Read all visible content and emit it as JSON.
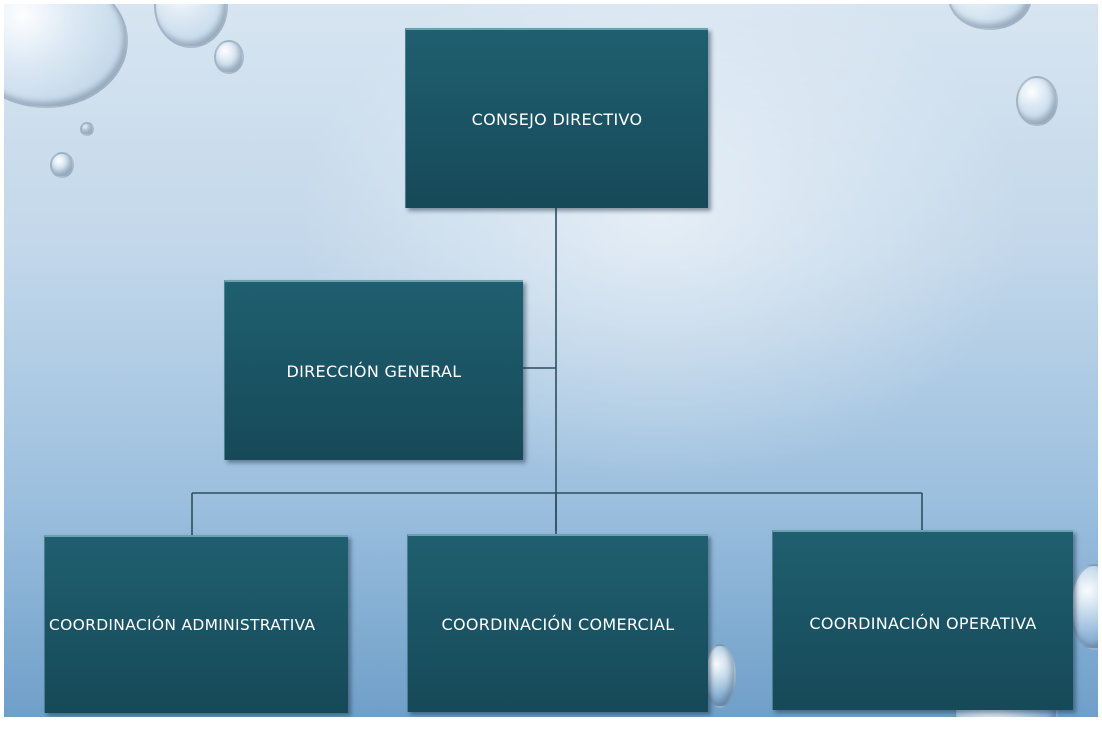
{
  "orgchart": {
    "root": "CONSEJO DIRECTIVO",
    "staff": "DIRECCIÓN GENERAL",
    "children": [
      "COORDINACIÓN ADMINISTRATIVA",
      "COORDINACIÓN COMERCIAL",
      "COORDINACIÓN OPERATIVA"
    ]
  }
}
